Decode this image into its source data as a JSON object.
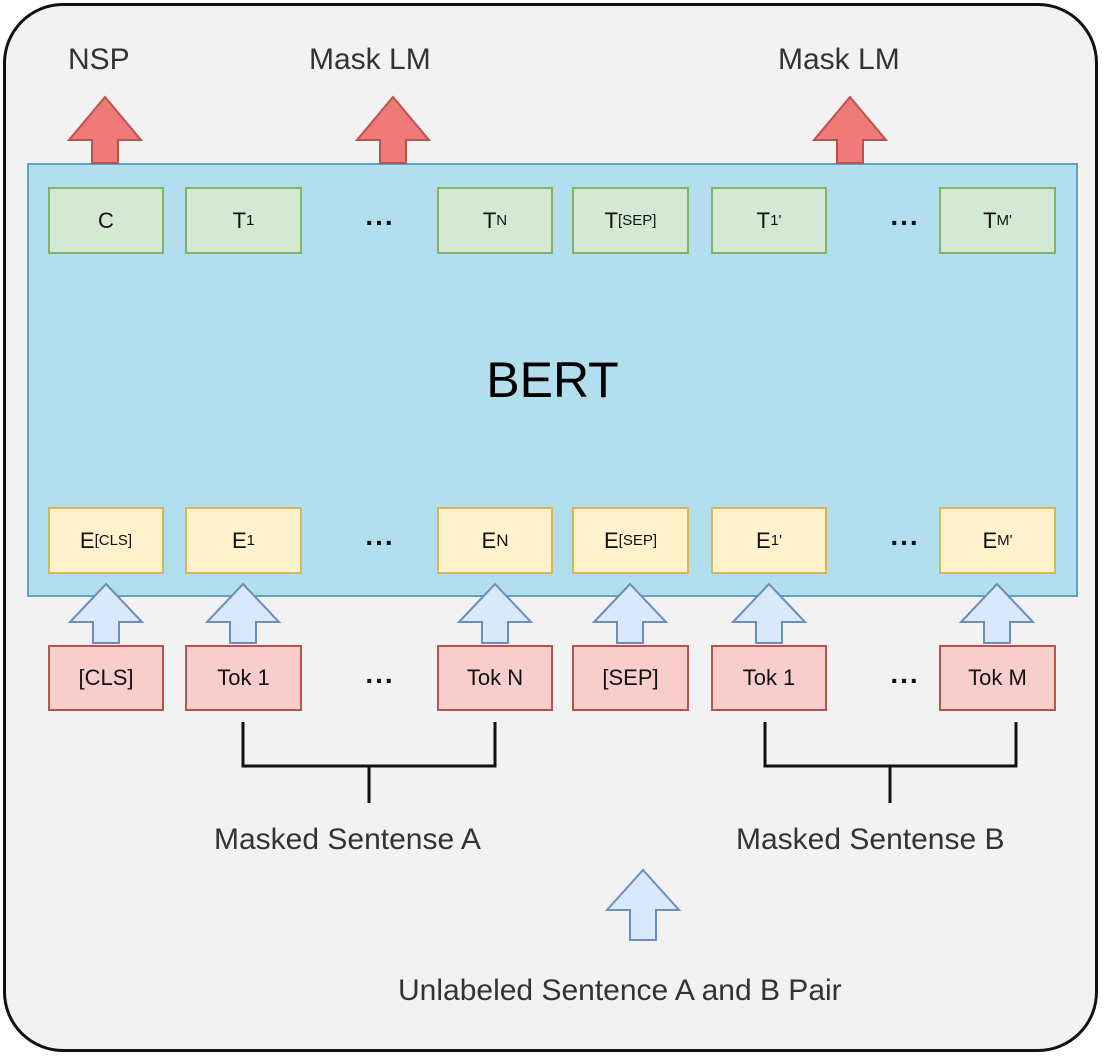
{
  "outputs": {
    "nsp": "NSP",
    "mask_lm_a": "Mask LM",
    "mask_lm_b": "Mask LM"
  },
  "model": {
    "title": "BERT"
  },
  "output_tokens": {
    "c": "C",
    "t1": {
      "base": "T",
      "sub": "1"
    },
    "tn": {
      "base": "T",
      "sub": "N"
    },
    "tsep": {
      "base": "T",
      "sub": "[SEP]"
    },
    "t1p": {
      "base": "T",
      "sub": "1",
      "sup": "'"
    },
    "tmp": {
      "base": "T",
      "sub": "M",
      "sup": "'"
    }
  },
  "embeddings": {
    "ecls": {
      "base": "E",
      "sub": "[CLS]"
    },
    "e1": {
      "base": "E",
      "sub": "1"
    },
    "en": {
      "base": "E",
      "sub": "N"
    },
    "esep": {
      "base": "E",
      "sub": "[SEP]"
    },
    "e1p": {
      "base": "E",
      "sub": "1",
      "sup": "'"
    },
    "emp": {
      "base": "E",
      "sub": "M",
      "sup": "'"
    }
  },
  "input_tokens": {
    "cls": "[CLS]",
    "tok1_a": "Tok 1",
    "tokn": "Tok N",
    "sep": "[SEP]",
    "tok1_b": "Tok 1",
    "tokm": "Tok M"
  },
  "ellipsis": "...",
  "groups": {
    "sentence_a": "Masked Sentense A",
    "sentence_b": "Masked Sentense B",
    "pair": "Unlabeled Sentence A and B Pair"
  },
  "colors": {
    "red_arrow": "#f07a78",
    "red_arrow_stroke": "#b85450",
    "blue_arrow": "#dae8fc",
    "blue_arrow_stroke": "#6c8ebf"
  }
}
